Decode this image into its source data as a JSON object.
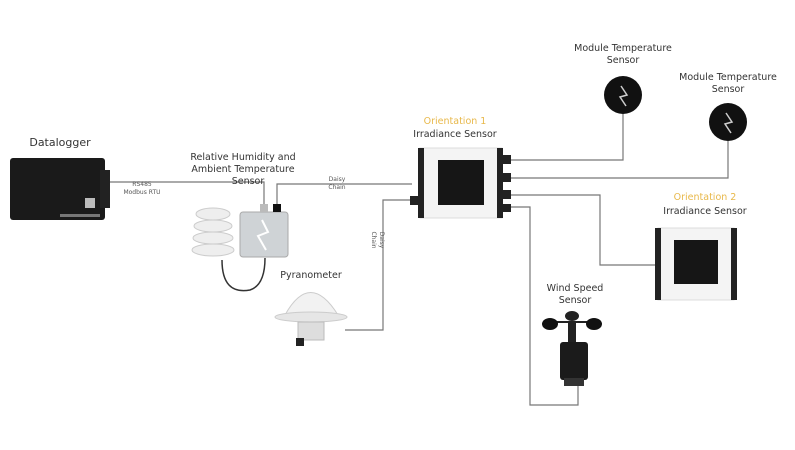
{
  "datalogger": {
    "label": "Datalogger"
  },
  "link_datalogger": {
    "line1": "RS485",
    "line2": "Modbus RTU"
  },
  "rh_sensor": {
    "line1": "Relative Humidity and",
    "line2": "Ambient Temperature",
    "line3": "Sensor"
  },
  "link_rh_irr": {
    "line1": "Daisy",
    "line2": "Chain"
  },
  "link_pyr_irr": {
    "line1": "Daisy",
    "line2": "Chain"
  },
  "pyranometer": {
    "label": "Pyranometer"
  },
  "irradiance_1": {
    "orientation": "Orientation 1",
    "label": "Irradiance Sensor"
  },
  "irradiance_2": {
    "orientation": "Orientation 2",
    "label": "Irradiance Sensor"
  },
  "module_temp_1": {
    "line1": "Module Temperature",
    "line2": "Sensor"
  },
  "module_temp_2": {
    "line1": "Module Temperature",
    "line2": "Sensor"
  },
  "wind_speed": {
    "line1": "Wind Speed",
    "line2": "Sensor"
  },
  "colors": {
    "orientation": "#e8b84a",
    "wire": "#777777",
    "device": "#1a1a1a"
  }
}
